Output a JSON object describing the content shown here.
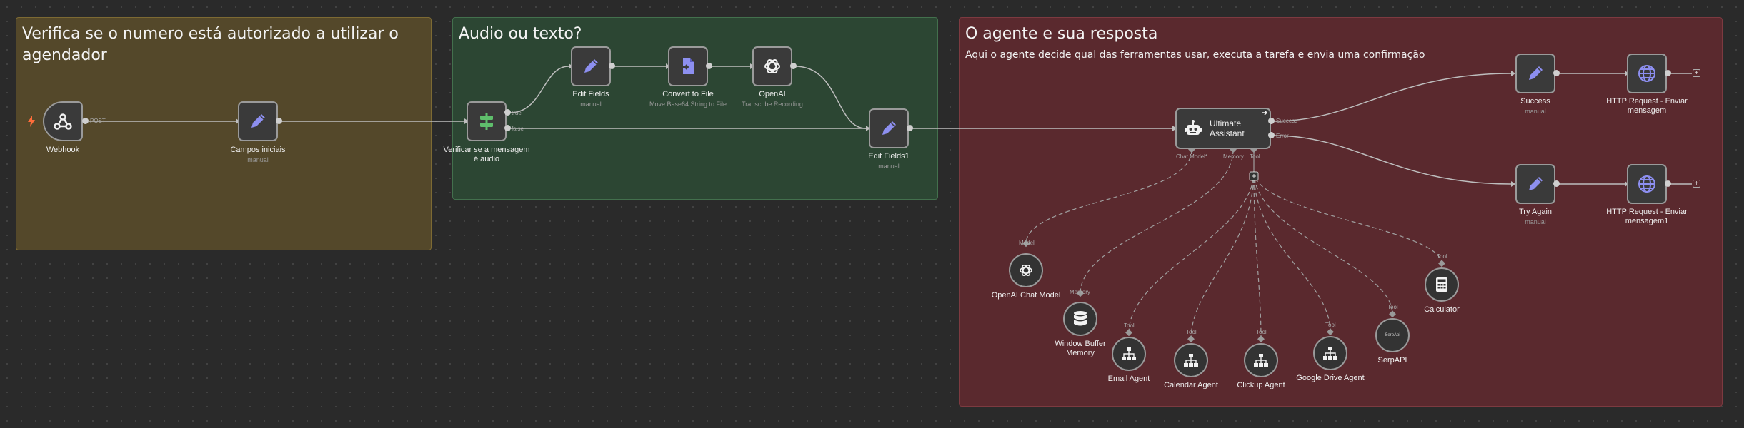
{
  "stickies": {
    "verify_title": "Verifica se o numero está autorizado a utilizar o agendador",
    "audio_title": "Audio ou texto?",
    "agent_title": "O agente e sua resposta",
    "agent_desc": "Aqui o agente decide qual das ferramentas usar, executa a tarefa e envia uma confirmação"
  },
  "nodes": {
    "webhook": {
      "label": "Webhook",
      "port": "POST",
      "icon": "webhook-icon"
    },
    "campos": {
      "label": "Campos iniciais",
      "sub": "manual",
      "icon": "pencil-icon"
    },
    "verificar": {
      "label": "Verificar se a mensagem\né audio",
      "port_true": "true",
      "port_false": "false",
      "icon": "switch-icon"
    },
    "edit_fields": {
      "label": "Edit Fields",
      "sub": "manual",
      "icon": "pencil-icon"
    },
    "convert": {
      "label": "Convert to File",
      "sub": "Move Base64 String to File",
      "icon": "file-icon"
    },
    "openai": {
      "label": "OpenAI",
      "sub": "Transcribe Recording",
      "icon": "openai-icon"
    },
    "edit_fields1": {
      "label": "Edit Fields1",
      "sub": "manual",
      "icon": "pencil-icon"
    },
    "agent": {
      "label": "Ultimate\nAssistant",
      "port_success": "Success",
      "port_error": "Error",
      "port_chat": "Chat Model*",
      "port_memory": "Memory",
      "port_tool": "Tool",
      "icon": "robot-icon"
    },
    "success": {
      "label": "Success",
      "sub": "manual",
      "icon": "pencil-icon"
    },
    "http1": {
      "label": "HTTP Request - Enviar\nmensagem",
      "icon": "globe-icon"
    },
    "try_again": {
      "label": "Try Again",
      "sub": "manual",
      "icon": "pencil-icon"
    },
    "http2": {
      "label": "HTTP Request - Enviar\nmensagem1",
      "icon": "globe-icon"
    },
    "chat_model": {
      "label": "OpenAI Chat Model",
      "port": "Model",
      "icon": "openai-icon"
    },
    "memory": {
      "label": "Window Buffer\nMemory",
      "port": "Memory",
      "icon": "database-icon"
    },
    "email": {
      "label": "Email Agent",
      "port": "Tool",
      "icon": "sitemap-icon"
    },
    "calendar": {
      "label": "Calendar Agent",
      "port": "Tool",
      "icon": "sitemap-icon"
    },
    "clickup": {
      "label": "Clickup Agent",
      "port": "Tool",
      "icon": "sitemap-icon"
    },
    "gdrive": {
      "label": "Google Drive Agent",
      "port": "Tool",
      "icon": "sitemap-icon"
    },
    "serpapi": {
      "label": "SerpAPI",
      "port": "Tool",
      "icon_text": "SerpApi",
      "icon": "serpapi-icon"
    },
    "calculator": {
      "label": "Calculator",
      "port": "Tool",
      "icon": "calculator-icon"
    }
  },
  "colors": {
    "verify_bg": "#54482a",
    "audio_bg": "#2c4633",
    "agent_bg": "#5a292e",
    "icon_purple": "#8d8ff0",
    "icon_green": "#5fbf6c",
    "trigger_orange": "#ff6d3a"
  }
}
